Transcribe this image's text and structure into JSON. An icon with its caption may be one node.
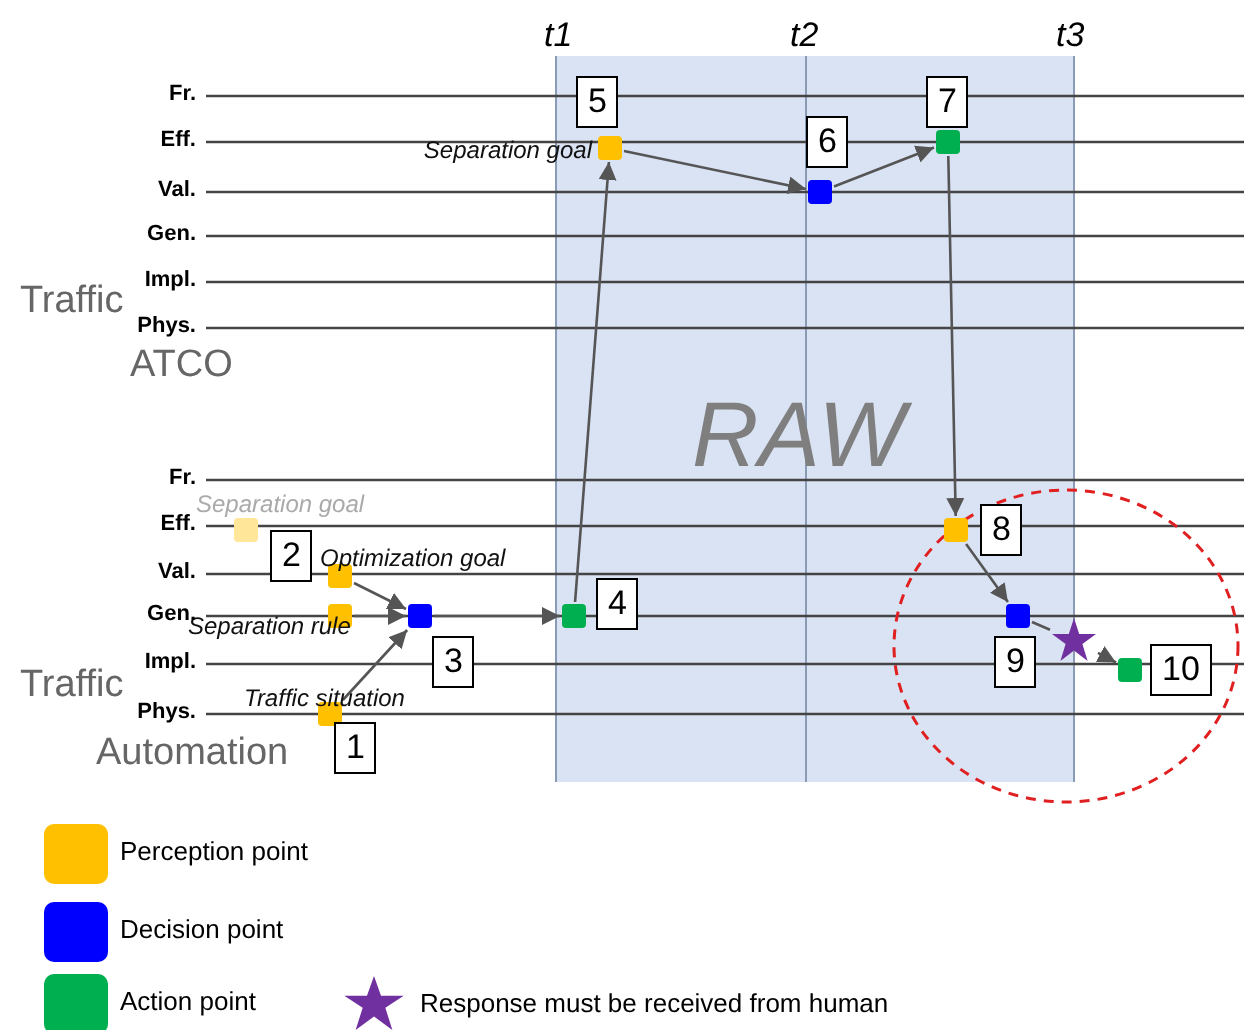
{
  "diagram": {
    "nodes": [
      {
        "text": [
          "RAW"
        ]
      },
      {
        "text": [],
        "shape": "box",
        "in": 0,
        "beside": [
          "5",
          "Separation goal"
        ]
      },
      {
        "text": [],
        "shape": "box",
        "in": 0,
        "beside": [
          "7"
        ]
      },
      {
        "text": [],
        "shape": "box",
        "in": 0,
        "beside": [
          "6"
        ]
      },
      {
        "text": [],
        "shape": "box",
        "beside": [
          "Separation goal"
        ]
      },
      {
        "text": [],
        "shape": "box",
        "in": 0,
        "beside": [
          "8"
        ]
      },
      {
        "text": [],
        "shape": "box",
        "beside": [
          "2",
          "Optimization goal"
        ]
      },
      {
        "text": [],
        "shape": "box",
        "beside": [
          "Separation rule"
        ]
      },
      {
        "text": [],
        "shape": "box",
        "beside": [
          "3"
        ]
      },
      {
        "text": [],
        "shape": "box",
        "in": 0,
        "beside": [
          "4"
        ]
      },
      {
        "text": [],
        "shape": "box",
        "in": 0,
        "beside": [
          "9"
        ]
      },
      {
        "text": [],
        "shape": "star"
      },
      {
        "text": [],
        "shape": "box",
        "beside": [
          "10"
        ]
      },
      {
        "text": [],
        "shape": "box",
        "beside": [
          "1",
          "Traffic situation"
        ]
      }
    ],
    "edges": [
      {
        "from": 6,
        "to": 8,
        "arrow": "to"
      },
      {
        "from": 7,
        "to": 8,
        "arrow": "to"
      },
      {
        "from": 13,
        "to": 8,
        "arrow": "to"
      },
      {
        "from": 8,
        "to": 9,
        "arrow": "to"
      },
      {
        "from": 9,
        "to": 1,
        "arrow": "to"
      },
      {
        "from": 1,
        "to": 3,
        "arrow": "to"
      },
      {
        "from": 3,
        "to": 2,
        "arrow": "to"
      },
      {
        "from": 2,
        "to": 5,
        "arrow": "to"
      },
      {
        "from": 5,
        "to": 10,
        "arrow": "to"
      },
      {
        "from": 10,
        "to": 11,
        "arrow": "none"
      },
      {
        "from": 11,
        "to": 12,
        "arrow": "to"
      }
    ],
    "labels": [
      "t1",
      "t2",
      "t3",
      "Fr.",
      "Eff.",
      "Val.",
      "Gen.",
      "Traffic",
      "Impl.",
      "Phys.",
      "ATCO",
      "Fr.",
      "Eff.",
      "Val.",
      "Gen.",
      "Traffic",
      "Impl.",
      "Phys.",
      "Automation"
    ],
    "legend": [
      {
        "text": "Perception point",
        "color": "#ffc000"
      },
      {
        "text": "Decision point",
        "color": "#0000ff"
      },
      {
        "text": "Action point",
        "color": "#00b050"
      },
      {
        "text": "Response must be received from human"
      }
    ]
  }
}
